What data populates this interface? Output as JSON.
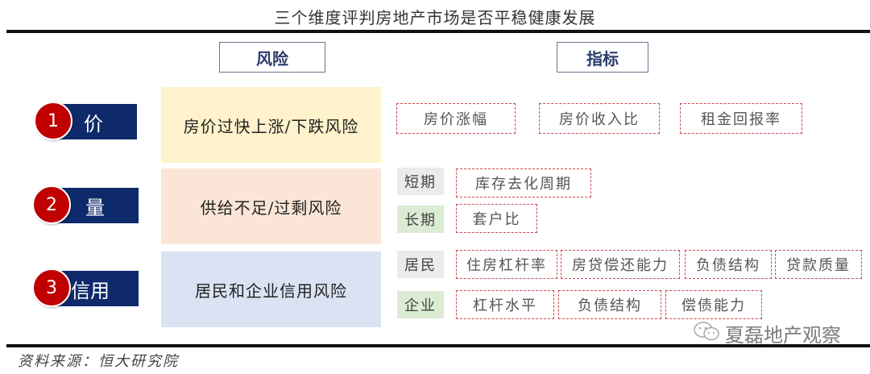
{
  "title": "三个维度评判房地产市场是否平稳健康发展",
  "headers": {
    "risk": "风险",
    "indicator": "指标"
  },
  "colors": {
    "category_bar": "#0f2a6b",
    "number_circle": "#c00000",
    "risk_price_bg": "#fff2cc",
    "risk_volume_bg": "#fbe5d6",
    "risk_credit_bg": "#dae3f3",
    "indicator_border": "#d0494f",
    "sub_grey": "#ebebeb",
    "sub_green": "#dcebd3"
  },
  "rows": [
    {
      "number": "1",
      "category": "价",
      "risk": "房价过快上涨/下跌风险",
      "indicators": [
        "房价涨幅",
        "房价收入比",
        "租金回报率"
      ]
    },
    {
      "number": "2",
      "category": "量",
      "risk": "供给不足/过剩风险",
      "groups": [
        {
          "label": "短期",
          "indicators": [
            "库存去化周期"
          ]
        },
        {
          "label": "长期",
          "indicators": [
            "套户比"
          ]
        }
      ]
    },
    {
      "number": "3",
      "category": "信用",
      "risk": "居民和企业信用风险",
      "groups": [
        {
          "label": "居民",
          "indicators": [
            "住房杠杆率",
            "房贷偿还能力",
            "负债结构",
            "贷款质量"
          ]
        },
        {
          "label": "企业",
          "indicators": [
            "杠杆水平",
            "负债结构",
            "偿债能力"
          ]
        }
      ]
    }
  ],
  "watermark": {
    "icon": "wechat-icon",
    "text": "夏磊地产观察"
  },
  "source": "资料来源：恒大研究院"
}
